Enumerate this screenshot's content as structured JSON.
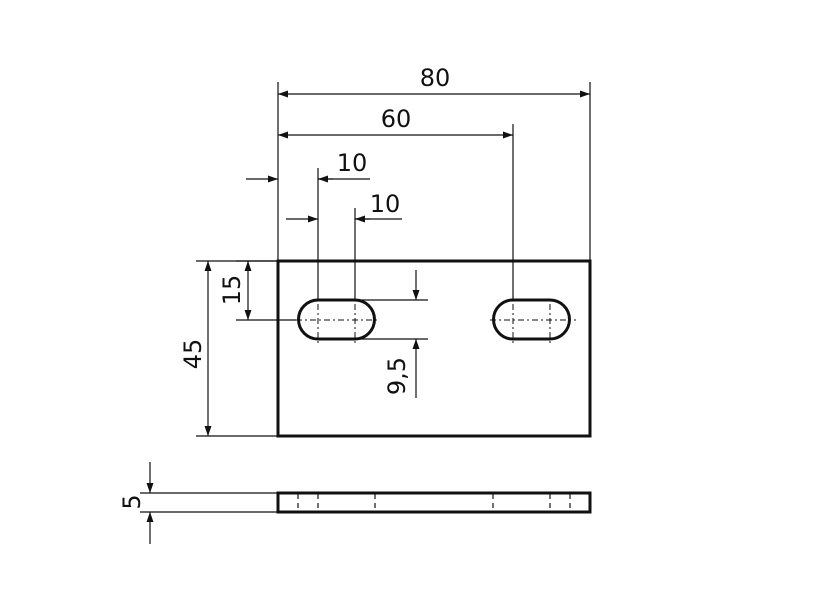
{
  "drawing": {
    "dimensions": {
      "overall_length": "80",
      "hole_spacing": "60",
      "slot_start": "10",
      "slot_travel": "10",
      "slot_offset": "15",
      "overall_width": "45",
      "slot_width": "9,5",
      "thickness": "5"
    },
    "colors": {
      "line": "#111111",
      "background": "#ffffff"
    }
  }
}
